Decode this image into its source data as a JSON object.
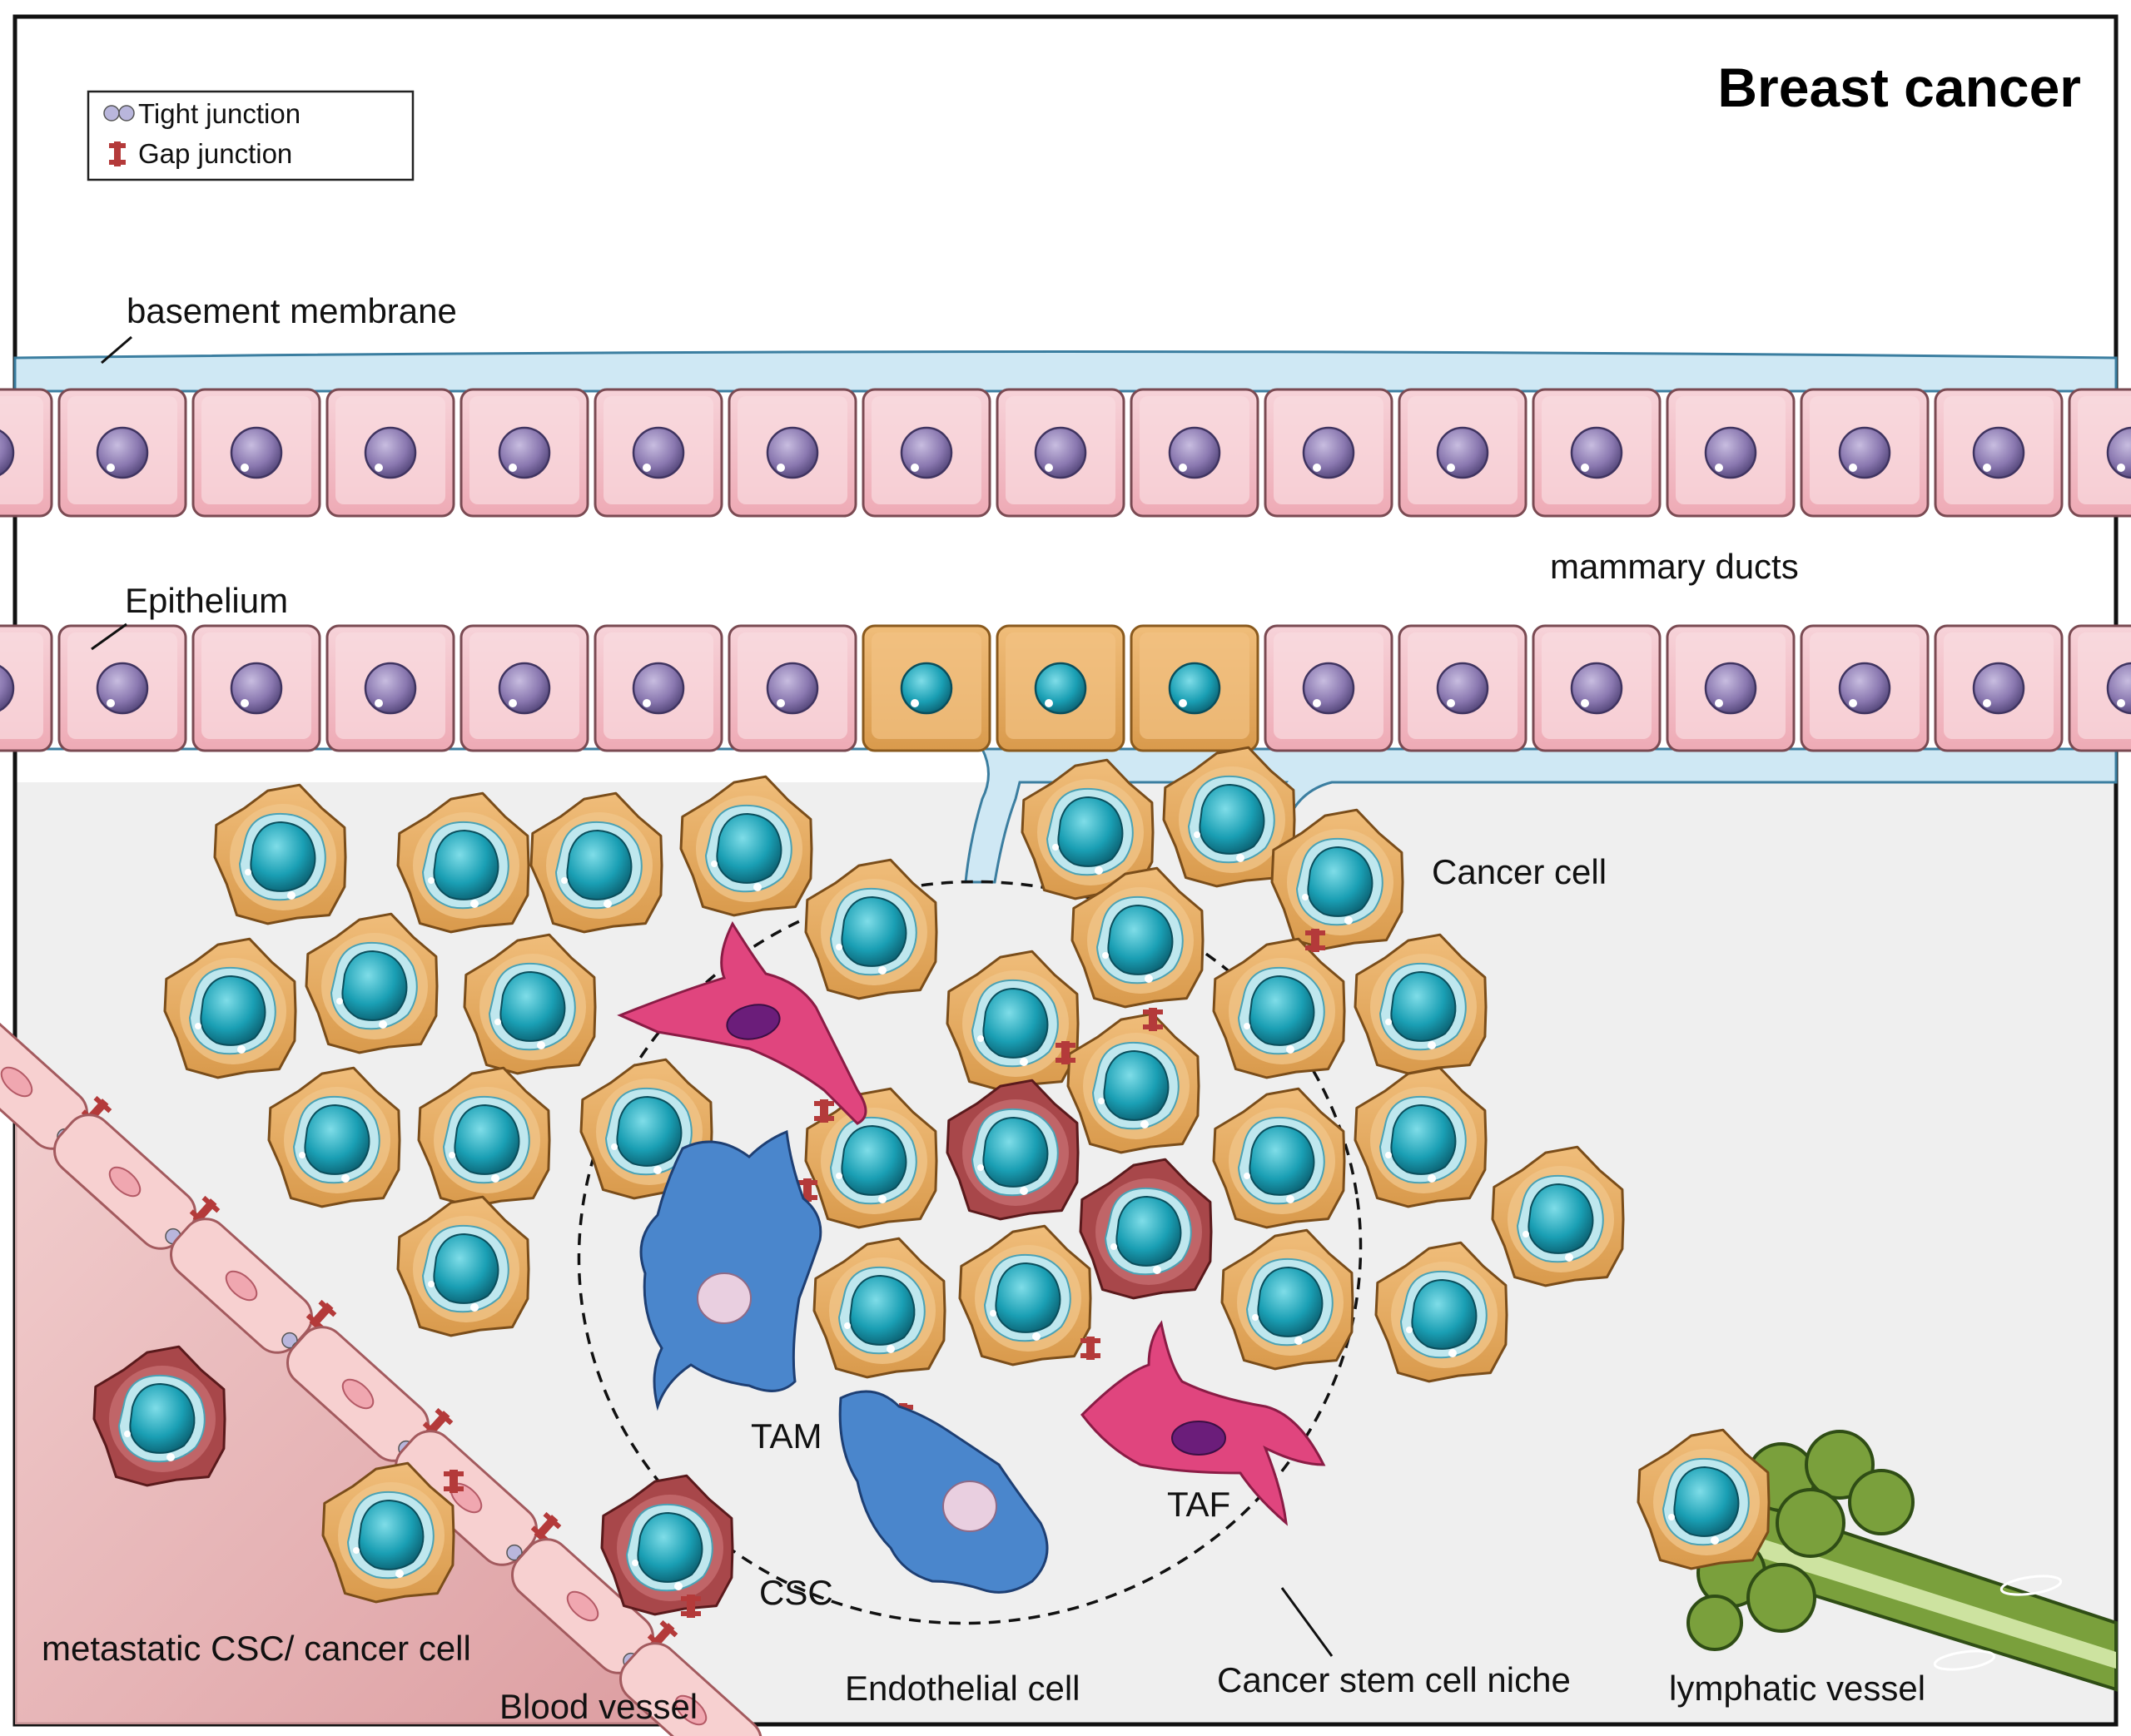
{
  "title": "Breast cancer",
  "legend": {
    "tight_junction": "Tight junction",
    "gap_junction": "Gap junction"
  },
  "labels": {
    "basement_membrane": "basement membrane",
    "mammary_ducts": "mammary ducts",
    "epithelium": "Epithelium",
    "cancer_cell": "Cancer cell",
    "tam": "TAM",
    "taf": "TAF",
    "csc": "CSC",
    "metastatic": "metastatic CSC/ cancer cell",
    "blood_vessel": "Blood vessel",
    "endothelial_cell": "Endothelial cell",
    "niche": "Cancer stem cell niche",
    "lymphatic_vessel": "lymphatic vessel"
  },
  "colors": {
    "epithelial_cell": "#f2c0c8",
    "epithelial_nucleus": "#8a78b0",
    "membrane": "#cfe8f4",
    "cancer_cell": "#e9b06a",
    "cancer_nucleus": "#1a9fb4",
    "csc": "#a8474a",
    "tam": "#4a86cc",
    "taf": "#e0457e",
    "blood_vessel": "#f4c8c8",
    "lymphatic": "#7aa03c"
  }
}
